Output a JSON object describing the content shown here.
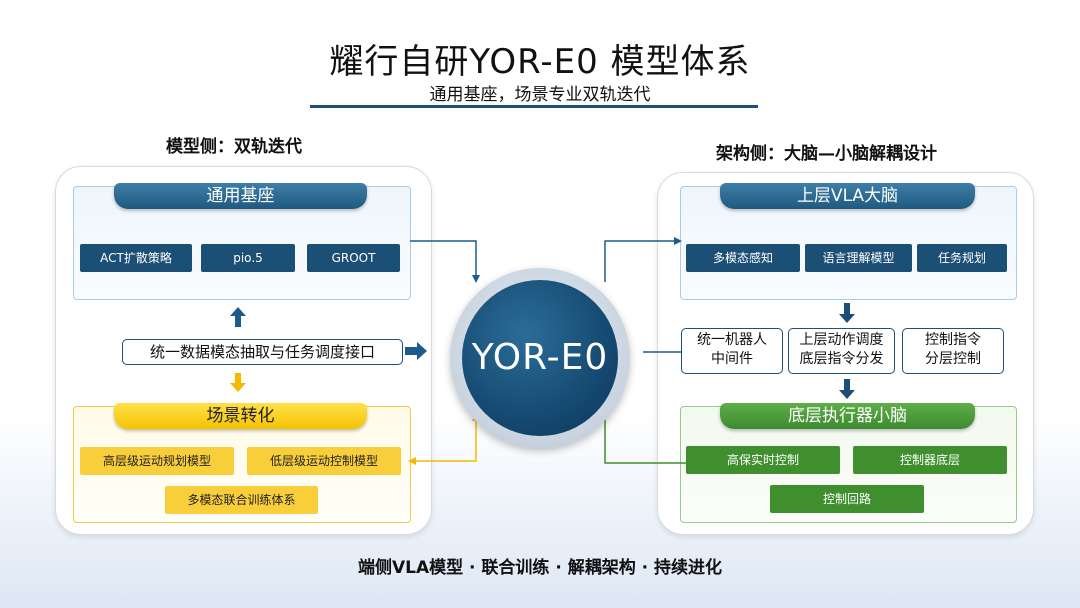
{
  "title": "耀行自研YOR-E0 模型体系",
  "subtitle": "通用基座，场景专业双轨迭代",
  "left": {
    "label": "模型侧：双轨迭代",
    "base": {
      "header": "通用基座",
      "chips": [
        "ACT扩散策略",
        "pio.5",
        "GROOT"
      ]
    },
    "middle_box": "统一数据模态抽取与任务调度接口",
    "scene": {
      "header": "场景转化",
      "chips": [
        "高层级运动规划模型",
        "低层级运动控制模型",
        "多模态联合训练体系"
      ]
    }
  },
  "center": {
    "label": "YOR-E0"
  },
  "right": {
    "label": "架构侧：大脑—小脑解耦设计",
    "brain": {
      "header": "上层VLA大脑",
      "chips": [
        "多模态感知",
        "语言理解模型",
        "任务规划"
      ]
    },
    "middle_boxes": [
      {
        "line1": "统一机器人",
        "line2": "中间件"
      },
      {
        "line1": "上层动作调度",
        "line2": "底层指令分发"
      },
      {
        "line1": "控制指令",
        "line2": "分层控制"
      }
    ],
    "cerebellum": {
      "header": "底层执行器小脑",
      "chips": [
        "高保实时控制",
        "控制器底层",
        "控制回路"
      ]
    }
  },
  "footer": "端侧VLA模型 · 联合训练 · 解耦架构 · 持续进化",
  "colors": {
    "navy": "#1c4f75",
    "yellow": "#f8ce3a",
    "green": "#3f8f2e",
    "title_rule": "#1f4e79"
  }
}
